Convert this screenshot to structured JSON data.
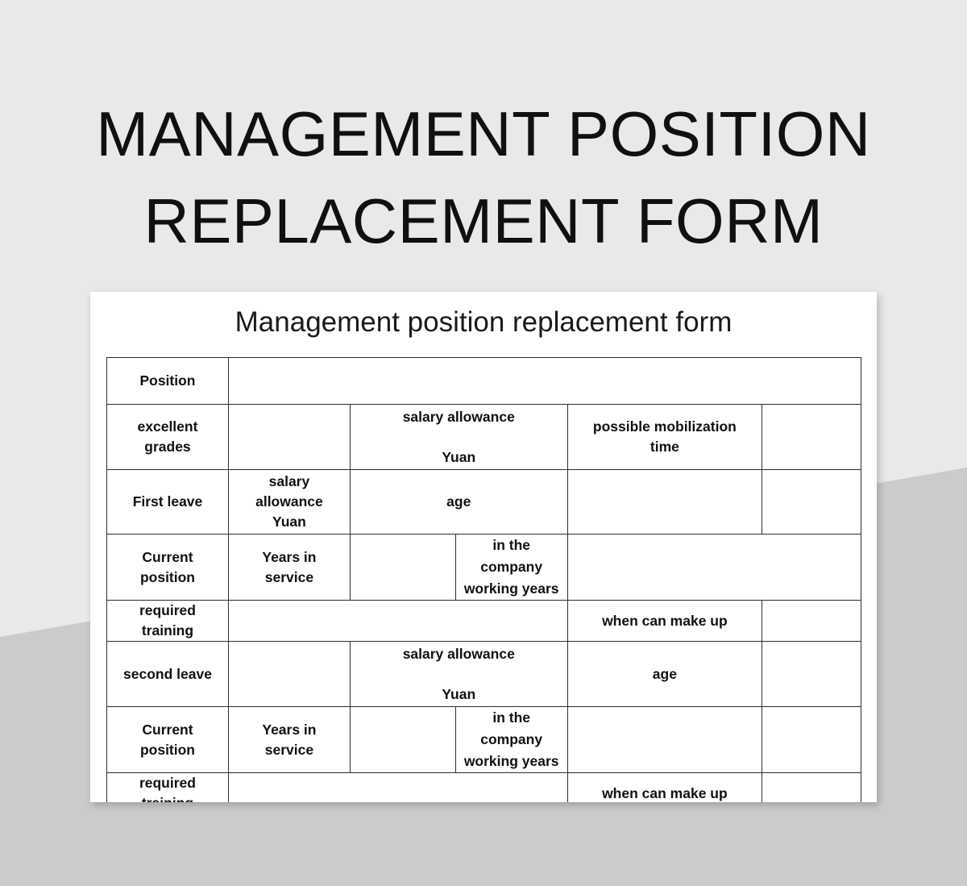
{
  "hero": {
    "title": "MANAGEMENT POSITION\nREPLACEMENT FORM"
  },
  "document": {
    "title": "Management position replacement form",
    "colors": {
      "backdrop_light": "#e8e9e9",
      "backdrop_dark": "#cbcbcb",
      "card": "#ffffff",
      "border": "#2e2e2e",
      "text": "#111111"
    },
    "table": {
      "rows": [
        {
          "name": "position-row",
          "cells": [
            {
              "label": "Position"
            },
            {
              "label": ""
            }
          ]
        },
        {
          "name": "excellent-grades-row",
          "cells": [
            {
              "label": "excellent\ngrades"
            },
            {
              "label": ""
            },
            {
              "label": "salary allowance\n\nYuan"
            },
            {
              "label": "possible mobilization\ntime"
            },
            {
              "label": ""
            }
          ]
        },
        {
          "name": "first-leave-row",
          "cells": [
            {
              "label": "First leave"
            },
            {
              "label": "salary\nallowance\nYuan"
            },
            {
              "label": "age"
            },
            {
              "label": ""
            },
            {
              "label": ""
            }
          ]
        },
        {
          "name": "current-position-row-1",
          "cells": [
            {
              "label": "Current\nposition"
            },
            {
              "label": "Years in\nservice"
            },
            {
              "label": ""
            },
            {
              "label": "in the\ncompany\nworking years"
            },
            {
              "label": ""
            }
          ]
        },
        {
          "name": "required-training-row-1",
          "cells": [
            {
              "label": "required\ntraining"
            },
            {
              "label": ""
            },
            {
              "label": "when can make up"
            },
            {
              "label": ""
            }
          ]
        },
        {
          "name": "second-leave-row",
          "cells": [
            {
              "label": "second leave"
            },
            {
              "label": ""
            },
            {
              "label": "salary allowance\n\nYuan"
            },
            {
              "label": "age"
            },
            {
              "label": ""
            }
          ]
        },
        {
          "name": "current-position-row-2",
          "cells": [
            {
              "label": "Current\nposition"
            },
            {
              "label": "Years in\nservice"
            },
            {
              "label": ""
            },
            {
              "label": "in the\ncompany\nworking years"
            },
            {
              "label": ""
            },
            {
              "label": ""
            }
          ]
        },
        {
          "name": "required-training-row-2",
          "cells": [
            {
              "label": "required\ntraining"
            },
            {
              "label": ""
            },
            {
              "label": "when can make up"
            },
            {
              "label": ""
            }
          ]
        }
      ]
    }
  }
}
